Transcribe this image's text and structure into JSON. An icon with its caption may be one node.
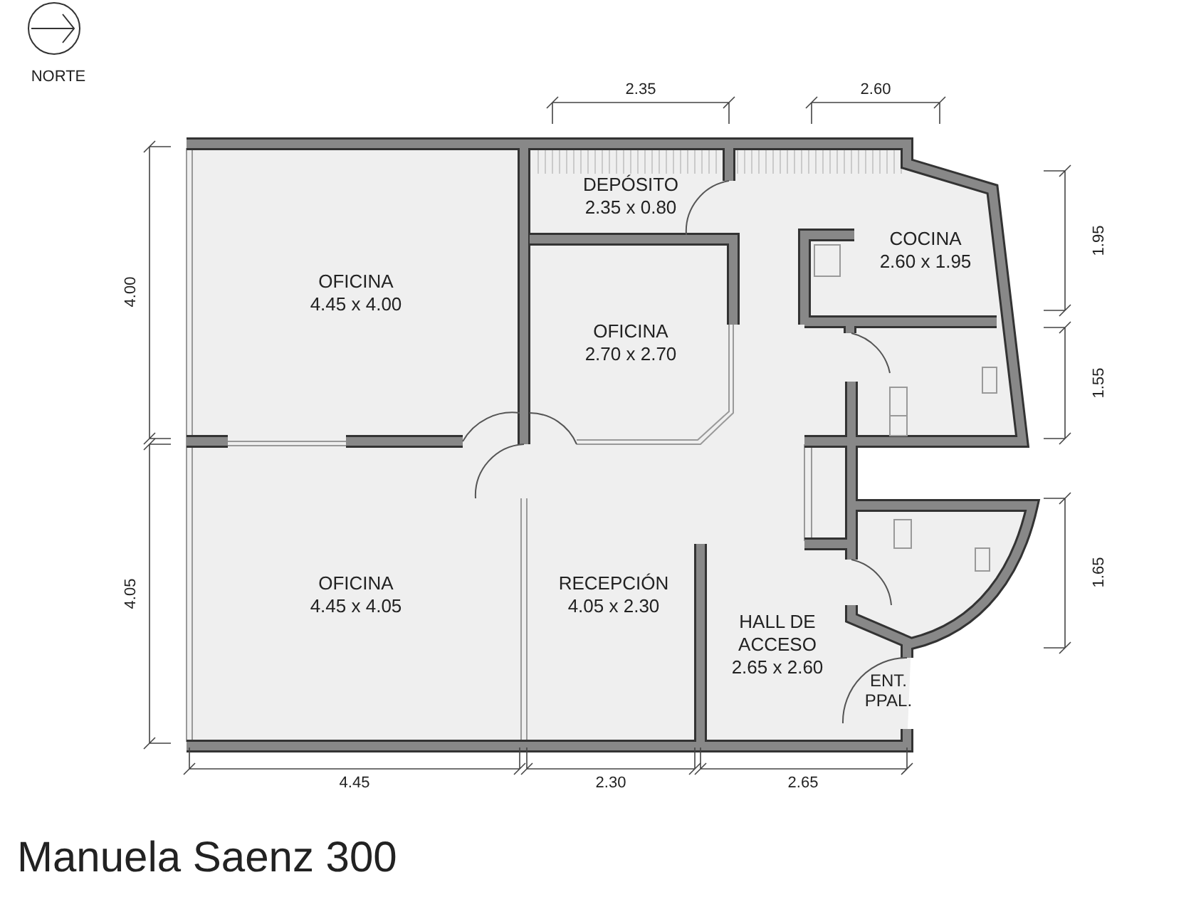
{
  "diagram": {
    "title": "Manuela Saenz 300",
    "nodes": [
      {
        "text": [
          "OFICINA",
          "4.45 x 4.00"
        ]
      },
      {
        "text": [
          "DEPÓSITO",
          "2.35 x 0.80"
        ]
      },
      {
        "text": [
          "OFICINA",
          "2.70 x 2.70"
        ]
      },
      {
        "text": [
          "COCINA",
          "2.60 x 1.95"
        ]
      },
      {
        "text": [
          "OFICINA",
          "4.45 x 4.05"
        ]
      },
      {
        "text": [
          "RECEPCIÓN",
          "4.05 x 2.30"
        ]
      },
      {
        "text": [
          "HALL DE ACCESO",
          "2.65 x 2.60"
        ]
      }
    ],
    "edges": [],
    "labels": [
      "NORTE",
      "2.35",
      "2.60",
      "4.00",
      "1.95",
      "1.55",
      "1.65",
      "4.05",
      "ENT. PPAL.",
      "4.45",
      "2.30",
      "2.65"
    ]
  }
}
